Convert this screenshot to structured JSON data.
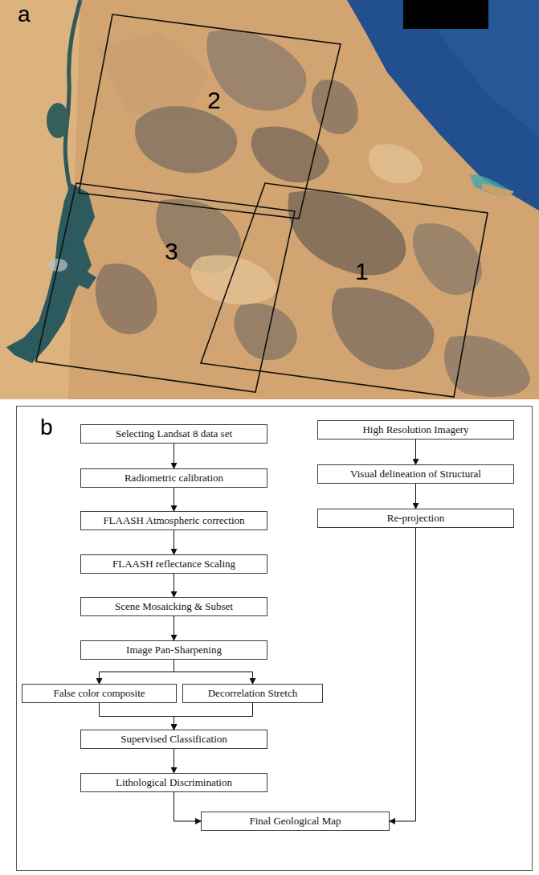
{
  "diagram": {
    "nodes": [
      {
        "text": [
          "Selecting Landsat 8 data set"
        ]
      },
      {
        "text": [
          "Radiometric calibration"
        ]
      },
      {
        "text": [
          "FLAASH Atmospheric correction"
        ]
      },
      {
        "text": [
          "FLAASH reflectance Scaling"
        ]
      },
      {
        "text": [
          "Scene Mosaicking & Subset"
        ]
      },
      {
        "text": [
          "Image Pan-Sharpening"
        ]
      },
      {
        "text": [
          "False color composite"
        ]
      },
      {
        "text": [
          "Decorrelation Stretch"
        ]
      },
      {
        "text": [
          "Supervised Classification"
        ]
      },
      {
        "text": [
          "Lithological Discrimination"
        ]
      },
      {
        "text": [
          "High Resolution Imagery"
        ]
      },
      {
        "text": [
          "Visual delineation of Structural"
        ]
      },
      {
        "text": [
          "Re-projection"
        ]
      },
      {
        "text": [
          "Final Geological Map"
        ]
      }
    ],
    "edges": [
      {
        "from": 0,
        "to": 1,
        "arrow": "to"
      },
      {
        "from": 1,
        "to": 2,
        "arrow": "to"
      },
      {
        "from": 2,
        "to": 3,
        "arrow": "to"
      },
      {
        "from": 3,
        "to": 4,
        "arrow": "to"
      },
      {
        "from": 4,
        "to": 5,
        "arrow": "to"
      },
      {
        "from": 5,
        "to": 6,
        "arrow": "to"
      },
      {
        "from": 5,
        "to": 7,
        "arrow": "to"
      },
      {
        "from": 6,
        "to": 8,
        "arrow": "to"
      },
      {
        "from": 7,
        "to": 8,
        "arrow": "to"
      },
      {
        "from": 8,
        "to": 9,
        "arrow": "to"
      },
      {
        "from": 9,
        "to": 13,
        "arrow": "to"
      },
      {
        "from": 10,
        "to": 11,
        "arrow": "to"
      },
      {
        "from": 11,
        "to": 12,
        "arrow": "to"
      },
      {
        "from": 12,
        "to": 13,
        "arrow": "to"
      }
    ],
    "labels": [
      "a",
      "2",
      "3",
      "1",
      "b"
    ]
  }
}
